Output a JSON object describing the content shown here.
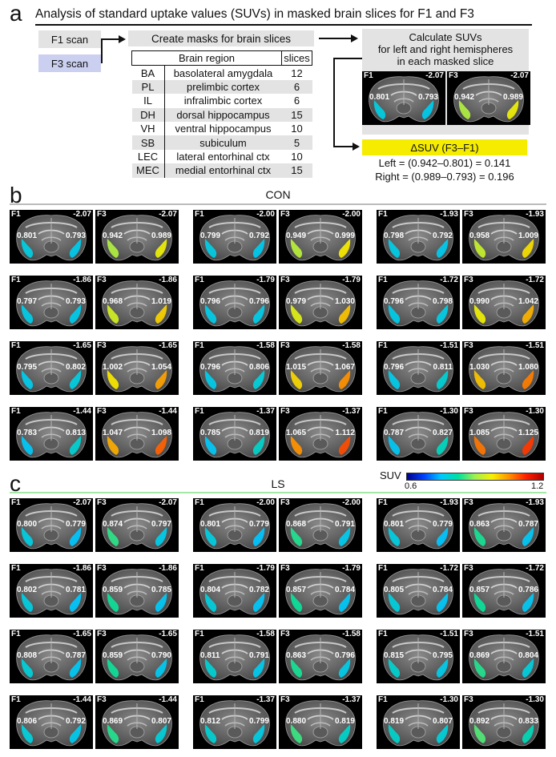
{
  "panel_a": {
    "letter": "a",
    "title": "Analysis of standard uptake values (SUVs) in masked brain slices for F1 and F3",
    "f1_scan": "F1 scan",
    "f3_scan": "F3 scan",
    "create_masks": "Create masks for brain slices",
    "table_header": {
      "region": "Brain region",
      "slices": "slices"
    },
    "regions": [
      {
        "abbr": "BA",
        "name": "basolateral amygdala",
        "slices": "12"
      },
      {
        "abbr": "PL",
        "name": "prelimbic cortex",
        "slices": "6"
      },
      {
        "abbr": "IL",
        "name": "infralimbic cortex",
        "slices": "6"
      },
      {
        "abbr": "DH",
        "name": "dorsal hippocampus",
        "slices": "15"
      },
      {
        "abbr": "VH",
        "name": "ventral hippocampus",
        "slices": "10"
      },
      {
        "abbr": "SB",
        "name": "subiculum",
        "slices": "5"
      },
      {
        "abbr": "LEC",
        "name": "lateral entorhinal ctx",
        "slices": "10"
      },
      {
        "abbr": "MEC",
        "name": "medial entorhinal ctx",
        "slices": "15"
      }
    ],
    "calc_line1": "Calculate SUVs",
    "calc_line2": "for left and right hemispheres",
    "calc_line3": "in each masked slice",
    "example": [
      {
        "scan": "F1",
        "coord": "-2.07",
        "left": "0.801",
        "right": "0.793",
        "left_suv": 0.801,
        "right_suv": 0.793
      },
      {
        "scan": "F3",
        "coord": "-2.07",
        "left": "0.942",
        "right": "0.989",
        "left_suv": 0.942,
        "right_suv": 0.989
      }
    ],
    "delta_title": "ΔSUV (F3–F1)",
    "delta_left": "Left = (0.942–0.801) = 0.141",
    "delta_right": "Right = (0.989–0.793) = 0.196"
  },
  "panel_b": {
    "letter": "b",
    "title": "CON",
    "rule_color": "#bbbbbb",
    "rows": [
      [
        {
          "coord": "-2.07",
          "f1": [
            "0.801",
            "0.793"
          ],
          "f3": [
            "0.942",
            "0.989"
          ]
        },
        {
          "coord": "-2.00",
          "f1": [
            "0.799",
            "0.792"
          ],
          "f3": [
            "0.949",
            "0.999"
          ]
        },
        {
          "coord": "-1.93",
          "f1": [
            "0.798",
            "0.792"
          ],
          "f3": [
            "0.958",
            "1.009"
          ]
        }
      ],
      [
        {
          "coord": "-1.86",
          "f1": [
            "0.797",
            "0.793"
          ],
          "f3": [
            "0.968",
            "1.019"
          ]
        },
        {
          "coord": "-1.79",
          "f1": [
            "0.796",
            "0.796"
          ],
          "f3": [
            "0.979",
            "1.030"
          ]
        },
        {
          "coord": "-1.72",
          "f1": [
            "0.796",
            "0.798"
          ],
          "f3": [
            "0.990",
            "1.042"
          ]
        }
      ],
      [
        {
          "coord": "-1.65",
          "f1": [
            "0.795",
            "0.802"
          ],
          "f3": [
            "1.002",
            "1.054"
          ]
        },
        {
          "coord": "-1.58",
          "f1": [
            "0.796",
            "0.806"
          ],
          "f3": [
            "1.015",
            "1.067"
          ]
        },
        {
          "coord": "-1.51",
          "f1": [
            "0.796",
            "0.811"
          ],
          "f3": [
            "1.030",
            "1.080"
          ]
        }
      ],
      [
        {
          "coord": "-1.44",
          "f1": [
            "0.783",
            "0.813"
          ],
          "f3": [
            "1.047",
            "1.098"
          ]
        },
        {
          "coord": "-1.37",
          "f1": [
            "0.785",
            "0.819"
          ],
          "f3": [
            "1.065",
            "1.112"
          ]
        },
        {
          "coord": "-1.30",
          "f1": [
            "0.787",
            "0.827"
          ],
          "f3": [
            "1.085",
            "1.125"
          ]
        }
      ]
    ]
  },
  "panel_c": {
    "letter": "c",
    "title": "LS",
    "rule_color": "#a6e6a6",
    "rows": [
      [
        {
          "coord": "-2.07",
          "f1": [
            "0.800",
            "0.779"
          ],
          "f3": [
            "0.874",
            "0.797"
          ]
        },
        {
          "coord": "-2.00",
          "f1": [
            "0.801",
            "0.779"
          ],
          "f3": [
            "0.868",
            "0.791"
          ]
        },
        {
          "coord": "-1.93",
          "f1": [
            "0.801",
            "0.779"
          ],
          "f3": [
            "0.863",
            "0.787"
          ]
        }
      ],
      [
        {
          "coord": "-1.86",
          "f1": [
            "0.802",
            "0.781"
          ],
          "f3": [
            "0.859",
            "0.785"
          ]
        },
        {
          "coord": "-1.79",
          "f1": [
            "0.804",
            "0.782"
          ],
          "f3": [
            "0.857",
            "0.784"
          ]
        },
        {
          "coord": "-1.72",
          "f1": [
            "0.805",
            "0.784"
          ],
          "f3": [
            "0.857",
            "0.786"
          ]
        }
      ],
      [
        {
          "coord": "-1.65",
          "f1": [
            "0.808",
            "0.787"
          ],
          "f3": [
            "0.859",
            "0.790"
          ]
        },
        {
          "coord": "-1.58",
          "f1": [
            "0.811",
            "0.791"
          ],
          "f3": [
            "0.863",
            "0.796"
          ]
        },
        {
          "coord": "-1.51",
          "f1": [
            "0.815",
            "0.795"
          ],
          "f3": [
            "0.869",
            "0.804"
          ]
        }
      ],
      [
        {
          "coord": "-1.44",
          "f1": [
            "0.806",
            "0.792"
          ],
          "f3": [
            "0.869",
            "0.807"
          ]
        },
        {
          "coord": "-1.37",
          "f1": [
            "0.812",
            "0.799"
          ],
          "f3": [
            "0.880",
            "0.819"
          ]
        },
        {
          "coord": "-1.30",
          "f1": [
            "0.819",
            "0.807"
          ],
          "f3": [
            "0.892",
            "0.833"
          ]
        }
      ]
    ]
  },
  "colorbar": {
    "label": "SUV",
    "min_label": "0.6",
    "max_label": "1.2",
    "min": 0.6,
    "max": 1.2
  },
  "scan_labels": {
    "f1": "F1",
    "f3": "F3"
  }
}
